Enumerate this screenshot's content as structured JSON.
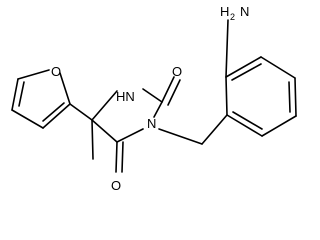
{
  "molecule": {
    "atoms": {
      "o_furan": "O",
      "nh": "HN",
      "o_carbonyl_top": "O",
      "n_imide": "N",
      "o_carbonyl_bottom": "O",
      "amine": "H",
      "amine_n": "N",
      "amine_sub": "2"
    }
  }
}
